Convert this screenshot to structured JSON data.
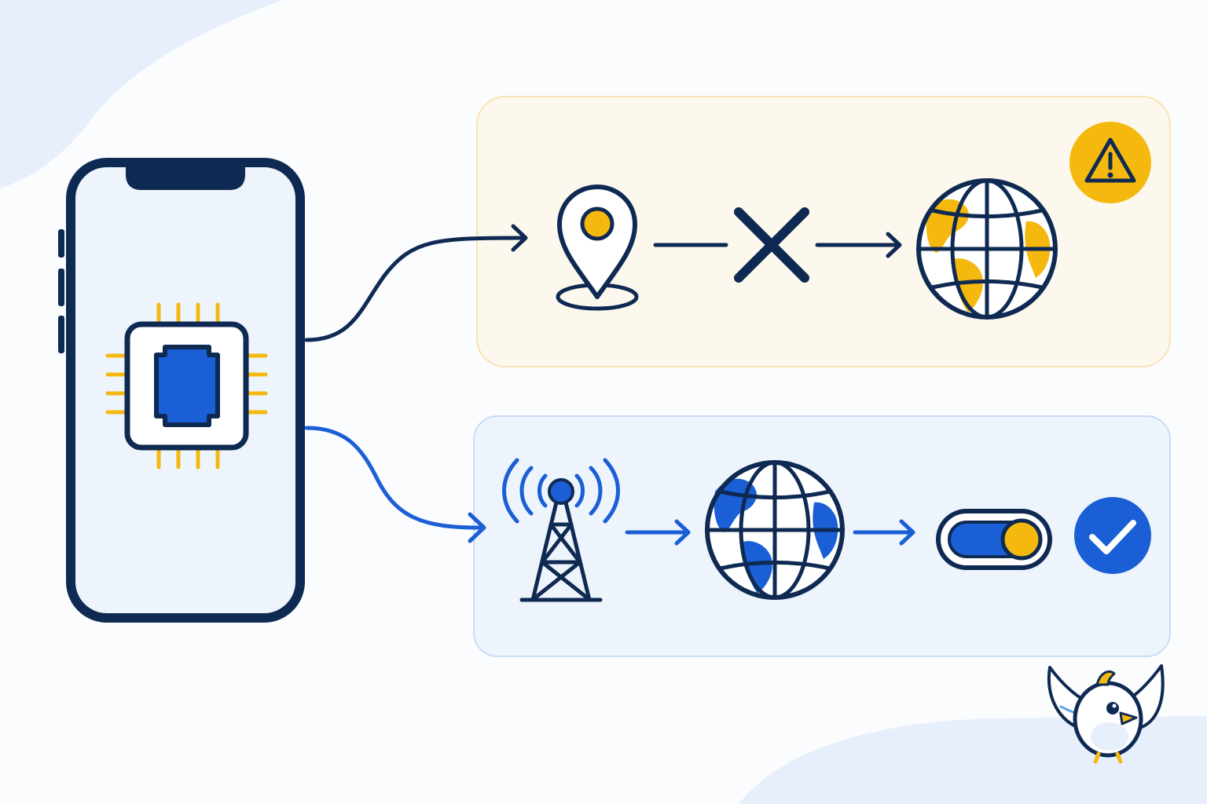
{
  "diagram": {
    "colors": {
      "navy": "#0f2a52",
      "blue": "#1a5fd6",
      "yellow": "#f5b80f",
      "warning_panel_bg": "#fdf8ee",
      "warning_panel_border": "#f8e3b5",
      "success_panel_bg": "#eef4fc",
      "success_panel_border": "#c9dcf5",
      "phone_screen": "#eef4fb",
      "background_blob": "#e6effb"
    },
    "nodes": {
      "phone": {
        "icon": "smartphone-icon"
      },
      "chip": {
        "icon": "processor-chip-icon"
      },
      "top_path": [
        {
          "icon": "location-pin-icon"
        },
        {
          "icon": "blocked-x-icon"
        },
        {
          "icon": "globe-icon"
        },
        {
          "icon": "warning-icon",
          "badge_color": "#f5b80f"
        }
      ],
      "bottom_path": [
        {
          "icon": "cell-tower-icon"
        },
        {
          "icon": "globe-icon"
        },
        {
          "icon": "toggle-on-icon"
        },
        {
          "icon": "checkmark-icon",
          "badge_color": "#1a5fd6"
        }
      ],
      "mascot": {
        "icon": "bird-mascot-icon"
      }
    },
    "edges": [
      {
        "from": "phone",
        "to": "location-pin",
        "color": "#0f2a52",
        "status": "blocked"
      },
      {
        "from": "phone",
        "to": "cell-tower",
        "color": "#1a5fd6",
        "status": "allowed"
      }
    ]
  }
}
